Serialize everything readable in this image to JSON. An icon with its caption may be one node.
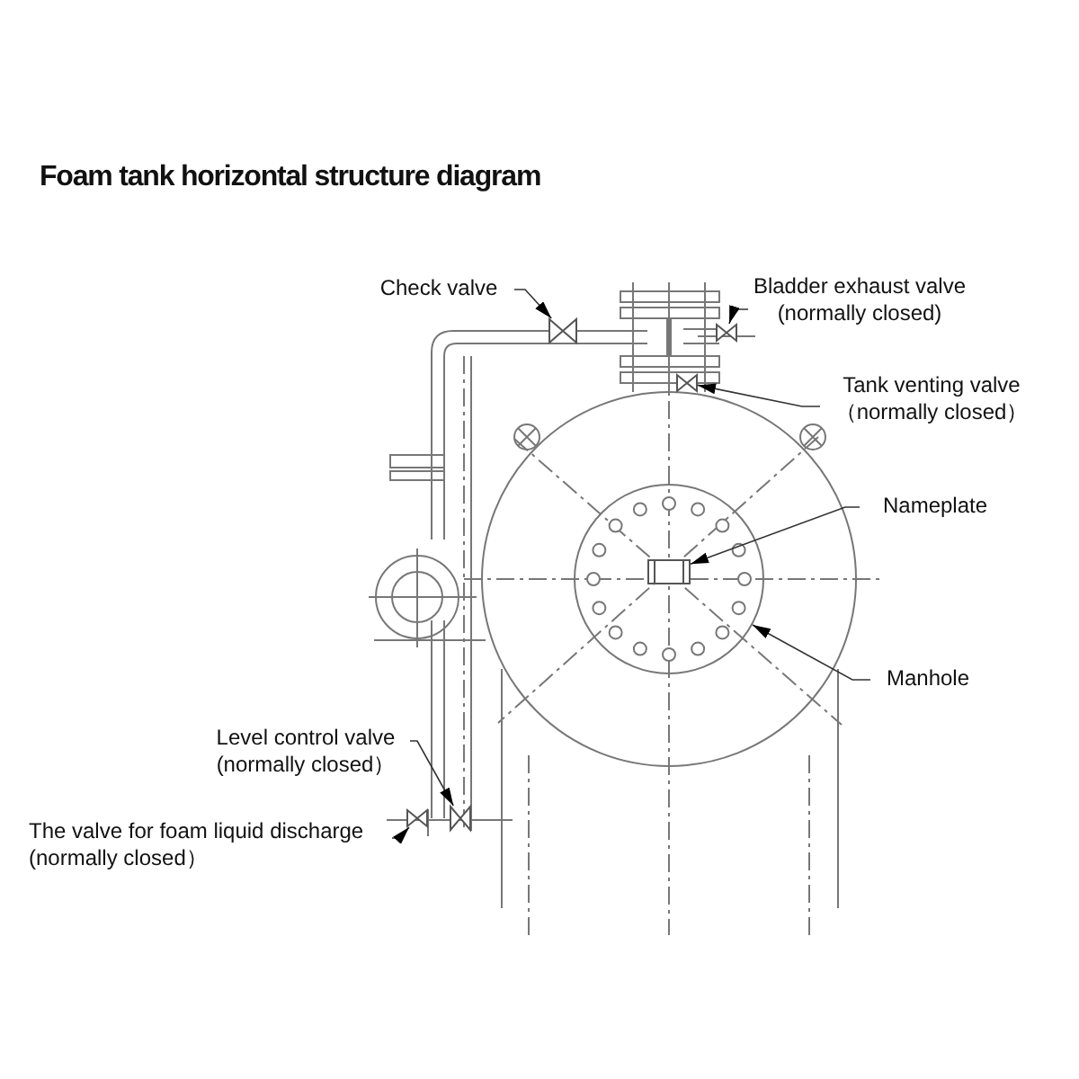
{
  "diagram": {
    "title": "Foam tank horizontal structure diagram",
    "nodes": [
      {
        "text": [
          "Check valve"
        ]
      },
      {
        "text": [
          "Bladder exhaust valve (normally closed)"
        ]
      },
      {
        "text": [
          "Tank venting valve （normally closed）"
        ]
      },
      {
        "text": [
          "Nameplate"
        ]
      },
      {
        "text": [
          "Manhole"
        ]
      },
      {
        "text": [
          "Level control valve (normally closed）"
        ]
      },
      {
        "text": [
          "The valve for foam liquid discharge (normally closed）"
        ]
      },
      {
        "text": [],
        "shape": "valve"
      },
      {
        "text": [],
        "shape": "valve"
      },
      {
        "text": [],
        "shape": "valve"
      },
      {
        "text": [],
        "shape": "circle"
      },
      {
        "text": [],
        "shape": "box",
        "in": 10
      },
      {
        "text": [],
        "shape": "valve"
      },
      {
        "text": [],
        "shape": "valve"
      }
    ],
    "edges": [
      {
        "from": 0,
        "to": 7,
        "arrow": "to"
      },
      {
        "from": 1,
        "to": 8,
        "arrow": "to"
      },
      {
        "from": 2,
        "to": 9,
        "arrow": "to"
      },
      {
        "from": 3,
        "to": 11,
        "arrow": "to"
      },
      {
        "from": 4,
        "to": 10,
        "arrow": "to"
      },
      {
        "from": 5,
        "to": 12,
        "arrow": "to"
      },
      {
        "from": 6,
        "to": 13,
        "arrow": "to"
      }
    ]
  }
}
